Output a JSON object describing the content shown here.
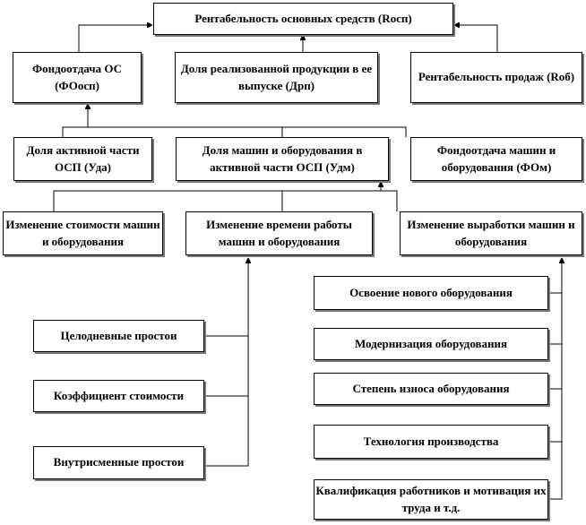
{
  "top": "Рентабельность основных средств (Rосп)",
  "row1": [
    "Фондоотдача ОС (ФОосп)",
    "Доля реализованной продукции в ее выпуске (Дрп)",
    "Рентабельность продаж (Rоб)"
  ],
  "row2": [
    "Доля активной части ОСП (Уда)",
    "Доля машин и оборудования в активной части ОСП (Удм)",
    "Фондоотдача машин и оборудования (ФОм)"
  ],
  "row3": [
    "Изменение стоимости машин и оборудования",
    "Изменение времени работы машин и оборудования",
    "Изменение выработки машин и оборудования"
  ],
  "left": [
    "Целодневные простои",
    "Коэффициент стоимости",
    "Внутрисменные простои"
  ],
  "right": [
    "Освоение нового оборудования",
    "Модернизация оборудования",
    "Степень износа оборудования",
    "Технология производства",
    "Квалификация работников и мотивация их труда и т.д."
  ]
}
